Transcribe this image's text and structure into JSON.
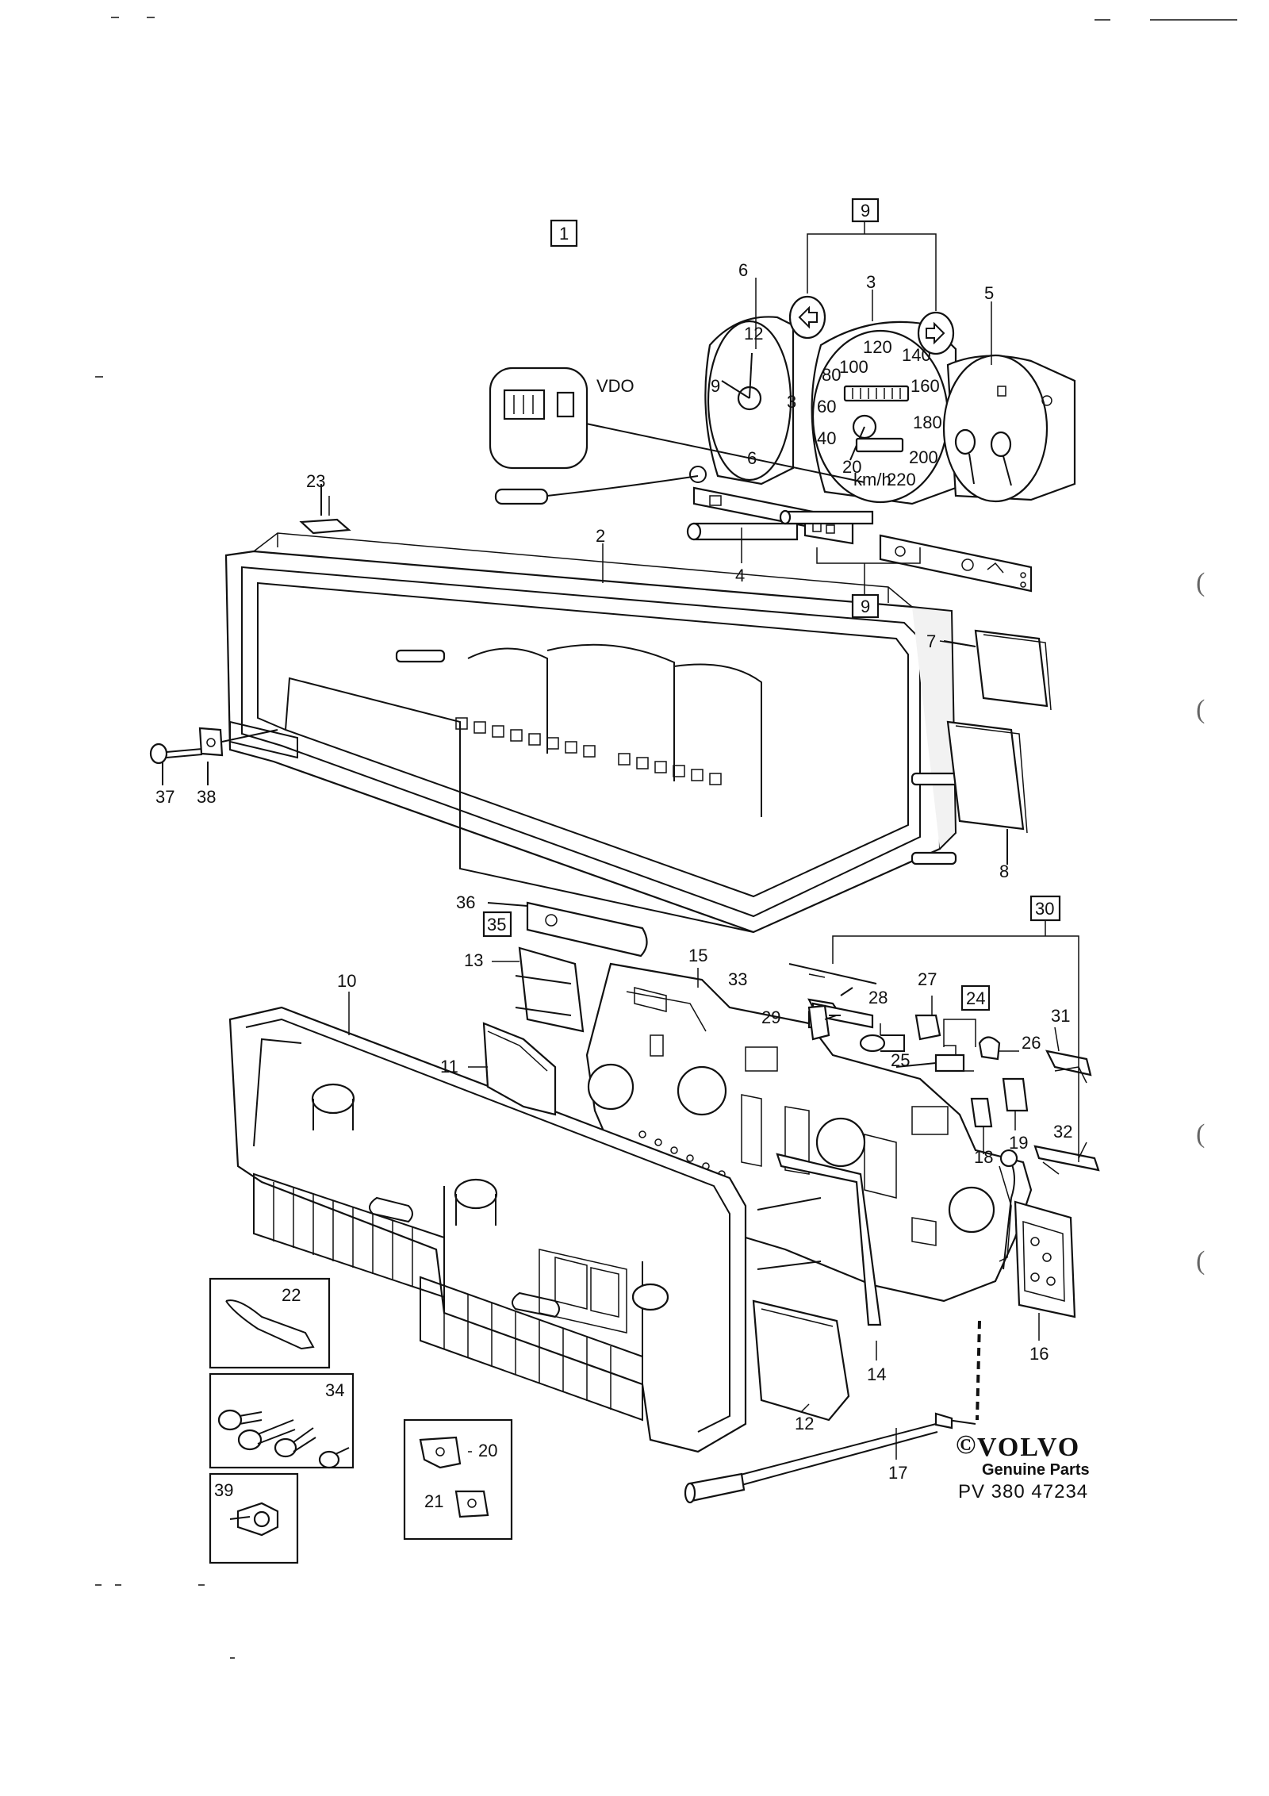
{
  "part_labels": {
    "p2": "2",
    "p3": "3",
    "p4": "4",
    "p5": "5",
    "p6": "6",
    "p7": "7",
    "p8": "8",
    "p10": "10",
    "p11": "11",
    "p12": "12",
    "p13": "13",
    "p14": "14",
    "p15": "15",
    "p16": "16",
    "p17": "17",
    "p18": "18",
    "p19": "19",
    "p20": "20",
    "p21": "21",
    "p22": "22",
    "p23": "23",
    "p25": "25",
    "p26": "26",
    "p27": "27",
    "p28": "28",
    "p29": "29",
    "p31": "31",
    "p32": "32",
    "p33": "33",
    "p34": "34",
    "p36": "36",
    "p37": "37",
    "p38": "38",
    "p39": "39"
  },
  "boxed_labels": {
    "b1": "1",
    "b9top": "9",
    "b9bottom": "9",
    "b24": "24",
    "b30": "30",
    "b35": "35"
  },
  "gauges": {
    "clock": {
      "n12": "12",
      "n3": "3",
      "n6": "6",
      "n9": "9"
    },
    "speedometer": {
      "s20": "20",
      "s40": "40",
      "s60": "60",
      "s80": "80",
      "s100": "100",
      "s120": "120",
      "s140": "140",
      "s160": "160",
      "s180": "180",
      "s200": "200",
      "s220": "220",
      "unit": "km/h"
    }
  },
  "inset_label": "VDO",
  "brand": {
    "copyright": "©",
    "name": "VOLVO",
    "subtitle": "Genuine Parts",
    "code": "PV 380 47234"
  },
  "margin_marks": [
    "(",
    "(",
    "(",
    "("
  ]
}
